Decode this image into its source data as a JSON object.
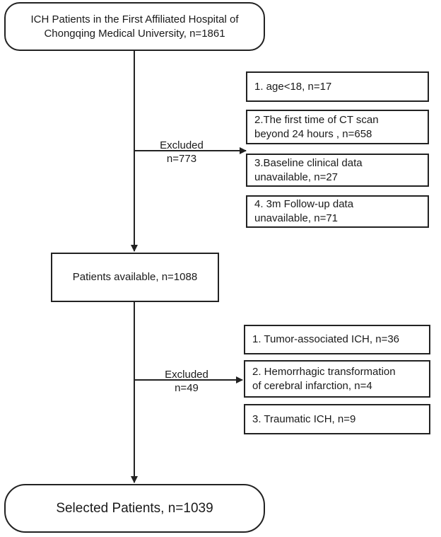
{
  "start_box": {
    "text": "ICH Patients in the First Affiliated Hospital of\nChongqing Medical University, n=1861"
  },
  "exclusion_1": {
    "label": "Excluded\nn=773",
    "items": [
      "1. age<18, n=17",
      "2.The first time of CT scan\nbeyond 24 hours , n=658",
      "3.Baseline clinical data\nunavailable, n=27",
      "4. 3m Follow-up data\nunavailable,  n=71"
    ]
  },
  "middle_box": {
    "text": "Patients available, n=1088"
  },
  "exclusion_2": {
    "label": "Excluded\nn=49",
    "items": [
      "1. Tumor-associated ICH, n=36",
      "2. Hemorrhagic transformation\nof cerebral infarction, n=4",
      "3. Traumatic ICH, n=9"
    ]
  },
  "end_box": {
    "text": "Selected Patients, n=1039"
  }
}
